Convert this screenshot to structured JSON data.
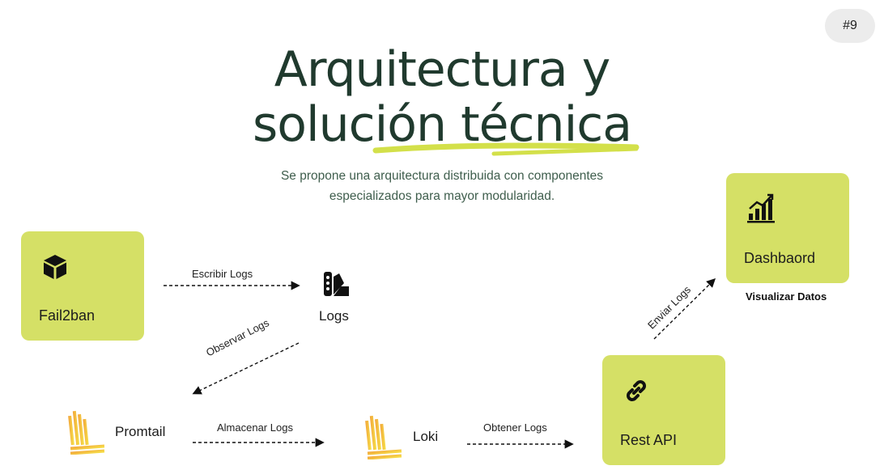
{
  "slide_number": "#9",
  "title_line1": "Arquitectura y",
  "title_line2": "solución técnica",
  "subtitle_line1": "Se propone una arquitectura distribuida con componentes",
  "subtitle_line2": "especializados para mayor modularidad.",
  "colors": {
    "card": "#d5e066",
    "title": "#203a2e",
    "accent_underline": "#d3e04a",
    "flame_start": "#f2a33a",
    "flame_end": "#f6e44a"
  },
  "nodes": {
    "fail2ban": {
      "label": "Fail2ban",
      "icon": "cube-icon"
    },
    "logs": {
      "label": "Logs",
      "icon": "swatches-icon"
    },
    "promtail": {
      "label": "Promtail",
      "icon": "loki-logo-icon"
    },
    "loki": {
      "label": "Loki",
      "icon": "loki-logo-icon"
    },
    "rest_api": {
      "label": "Rest API",
      "icon": "link-icon"
    },
    "dashboard": {
      "label": "Dashbaord",
      "icon": "bar-chart-icon",
      "caption": "Visualizar Datos"
    }
  },
  "edges": {
    "escribir": "Escribir Logs",
    "observar": "Observar Logs",
    "almacenar": "Almacenar Logs",
    "obtener": "Obtener Logs",
    "enviar": "Enviar Logs"
  }
}
